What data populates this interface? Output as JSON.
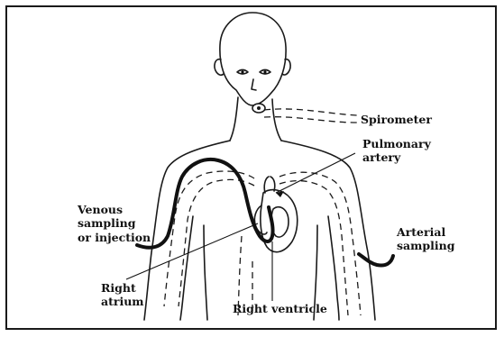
{
  "labels": {
    "spirometer": "Spirometer",
    "pulmonary_line1": "Pulmonary",
    "pulmonary_line2": "artery",
    "venous_line1": "Venous",
    "venous_line2": "sampling",
    "venous_line3": "or injection",
    "arterial_line1": "Arterial",
    "arterial_line2": "sampling",
    "right_atrium_line1": "Right",
    "right_atrium_line2": "atrium",
    "right_ventricle": "Right ventricle"
  }
}
